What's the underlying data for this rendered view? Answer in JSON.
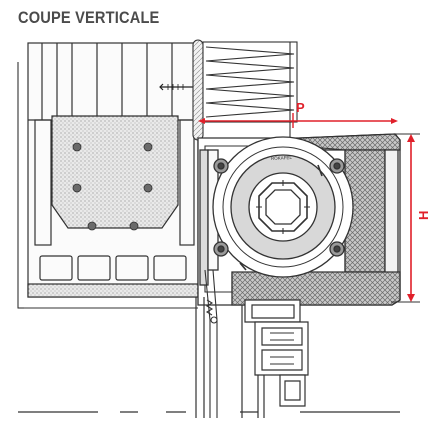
{
  "title": "COUPE VERTICALE",
  "dimensions": {
    "depth_label": "P",
    "height_label": "H"
  },
  "box_marking": "ROKAFEL",
  "colors": {
    "dimension": "#e0202a",
    "line": "#333333",
    "hatch": "#777777",
    "title": "#4b4b4b"
  }
}
